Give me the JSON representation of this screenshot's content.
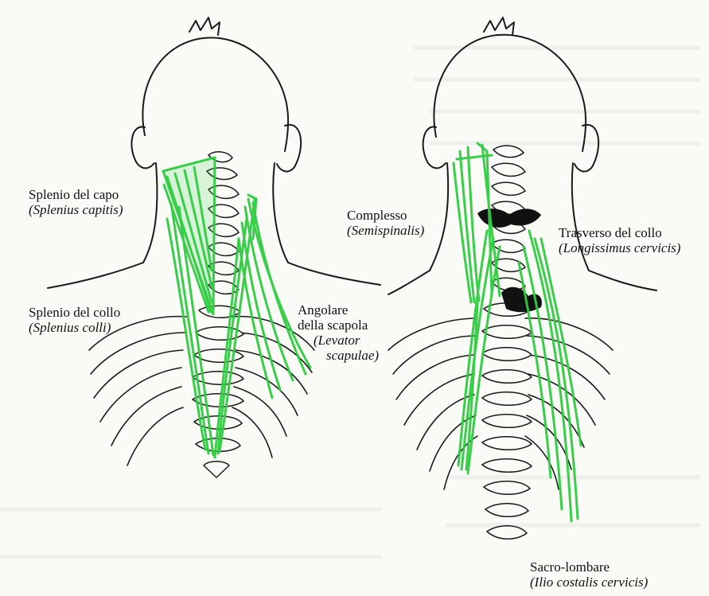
{
  "labels": {
    "splenio_capo": {
      "name": "Splenio del capo",
      "latin": "(Splenius capitis)"
    },
    "splenio_collo": {
      "name": "Splenio del collo",
      "latin": "(Splenius colli)"
    },
    "angolare": {
      "name1": "Angolare",
      "name2": "della scapola",
      "latin1": "(Levator",
      "latin2": "scapulae)"
    },
    "complesso": {
      "name": "Complesso",
      "latin": "(Semispinalis)"
    },
    "trasverso": {
      "name": "Trasverso del collo",
      "latin": "(Longissimus cervicis)"
    },
    "sacro_lombare": {
      "name": "Sacro-lombare",
      "latin": "(Ilio costalis cervicis)"
    }
  },
  "colors": {
    "muscle": "#2ecc40",
    "outline": "#1a1a1a",
    "shade": "#111111"
  }
}
